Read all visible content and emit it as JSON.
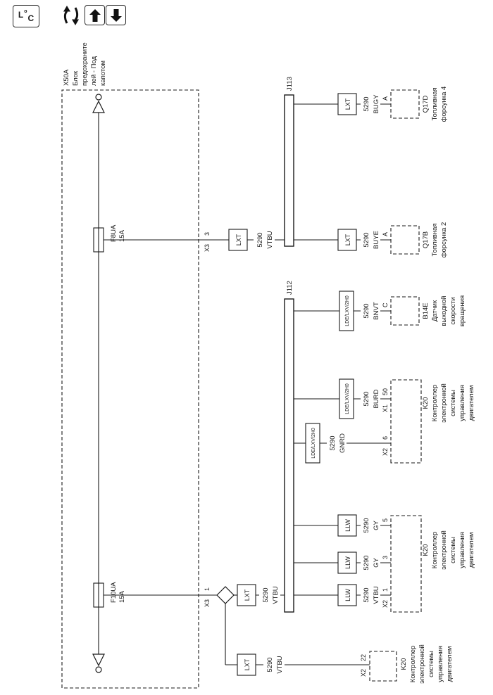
{
  "toolbar": {
    "loc_parts": [
      "L",
      "o",
      "C"
    ],
    "icons": {
      "swap": "swap-arrows-icon",
      "up": "up-arrow-icon",
      "down": "down-arrow-icon"
    }
  },
  "colors": {
    "line": "#1a1a1a",
    "background": "#ffffff"
  },
  "fuse_block": {
    "id": "X50A",
    "name_lines": [
      "Блок",
      "предохраните",
      "лей - Под",
      "капотом"
    ],
    "fuse_a": {
      "id": "F8UA",
      "rating": "15A",
      "pin": "3",
      "connector": "X3"
    },
    "fuse_b": {
      "id": "F10UA",
      "rating": "15A",
      "pin": "1",
      "connector": "X3"
    }
  },
  "junctions": {
    "j113": "J113",
    "j112": "J112"
  },
  "wires": {
    "feed_a": {
      "conn": "LXT",
      "circuit": "5290",
      "color": "VTBU"
    },
    "feed_b": {
      "conn": "LXT",
      "circuit": "5290",
      "color": "VTBU"
    },
    "bugy": {
      "conn": "LXT",
      "circuit": "5290",
      "color": "BUGY",
      "pin": "A"
    },
    "buye": {
      "conn": "LXT",
      "circuit": "5290",
      "color": "BUYE",
      "pin": "A"
    },
    "bnvt": {
      "conn": "LDE/LXV/2H0",
      "circuit": "5290",
      "color": "BNVT",
      "pin": "C"
    },
    "burd": {
      "conn": "LDE/LXV/2H0",
      "circuit": "5290",
      "color": "BURD",
      "pin": "50",
      "connector": "X1"
    },
    "gnrd": {
      "conn": "LDE/LXV/2H0",
      "circuit": "5290",
      "color": "GNRD",
      "pin": "6",
      "connector": "X2"
    },
    "gy5": {
      "conn": "LLW",
      "circuit": "5290",
      "color": "GY",
      "pin": "5"
    },
    "gy3": {
      "conn": "LLW",
      "circuit": "5290",
      "color": "GY",
      "pin": "3"
    },
    "vtbu1": {
      "conn": "LLW",
      "circuit": "5290",
      "color": "VTBU",
      "pin": "1",
      "connector": "X2"
    },
    "k20_feed": {
      "conn": "LXT",
      "circuit": "5290",
      "color": "VTBU",
      "pin": "22",
      "connector": "X2"
    }
  },
  "components": {
    "q17d": {
      "id": "Q17D",
      "name_lines": [
        "Топливная",
        "форсунка 4"
      ]
    },
    "q17b": {
      "id": "Q17B",
      "name_lines": [
        "Топливная",
        "форсунка 2"
      ]
    },
    "b14e": {
      "id": "B14E",
      "name_lines": [
        "Датчик",
        "выходной",
        "скорости",
        "вращения"
      ]
    },
    "k20_right": {
      "id": "K20",
      "name_lines": [
        "Контроллер",
        "электронной",
        "системы",
        "управления",
        "двигателем"
      ]
    },
    "k20_mid": {
      "id": "K20",
      "name_lines": [
        "Контроллер",
        "электронной",
        "системы",
        "управления",
        "двигателем"
      ]
    },
    "k20_left": {
      "id": "K20",
      "name_lines": [
        "Контроллер",
        "электронной",
        "системы",
        "управления",
        "двигателем"
      ]
    }
  }
}
